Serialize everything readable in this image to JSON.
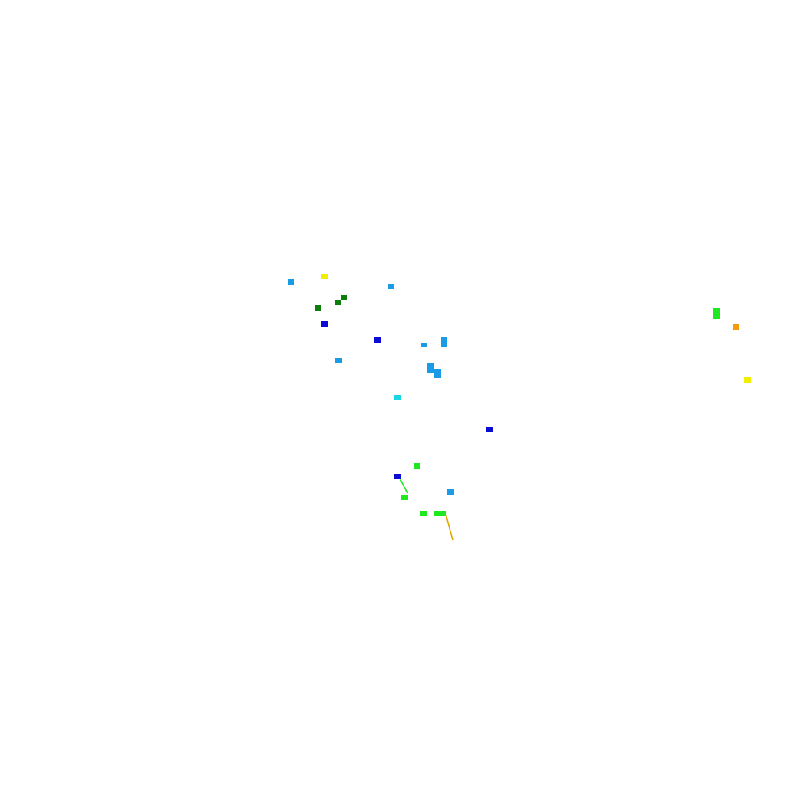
{
  "colors": {
    "background": "#ffffff",
    "sky_blue": "#1a9be6",
    "yellow": "#f2ee00",
    "dark_green": "#0a7d0a",
    "blue": "#0b0bd6",
    "bright_green": "#1ee81e",
    "orange": "#f59a0a",
    "cyan": "#17d8e0",
    "amber": "#e0a800"
  },
  "markers": [
    {
      "kind": "square",
      "color": "sky_blue"
    },
    {
      "kind": "square",
      "color": "yellow"
    },
    {
      "kind": "square",
      "color": "sky_blue"
    },
    {
      "kind": "square",
      "color": "dark_green"
    },
    {
      "kind": "square",
      "color": "dark_green"
    },
    {
      "kind": "square",
      "color": "dark_green"
    },
    {
      "kind": "square",
      "color": "blue"
    },
    {
      "kind": "square",
      "color": "blue"
    },
    {
      "kind": "square",
      "color": "sky_blue"
    },
    {
      "kind": "square",
      "color": "sky_blue"
    },
    {
      "kind": "square",
      "color": "sky_blue"
    },
    {
      "kind": "square",
      "color": "sky_blue"
    },
    {
      "kind": "square",
      "color": "sky_blue"
    },
    {
      "kind": "square",
      "color": "cyan"
    },
    {
      "kind": "square",
      "color": "blue"
    },
    {
      "kind": "square",
      "color": "bright_green"
    },
    {
      "kind": "square",
      "color": "blue"
    },
    {
      "kind": "square",
      "color": "bright_green"
    },
    {
      "kind": "square",
      "color": "sky_blue"
    },
    {
      "kind": "square",
      "color": "bright_green"
    },
    {
      "kind": "square",
      "color": "bright_green"
    },
    {
      "kind": "square",
      "color": "bright_green"
    },
    {
      "kind": "square",
      "color": "orange"
    },
    {
      "kind": "square",
      "color": "yellow"
    }
  ],
  "trails": [
    {
      "color": "bright_green"
    },
    {
      "color": "amber"
    }
  ]
}
